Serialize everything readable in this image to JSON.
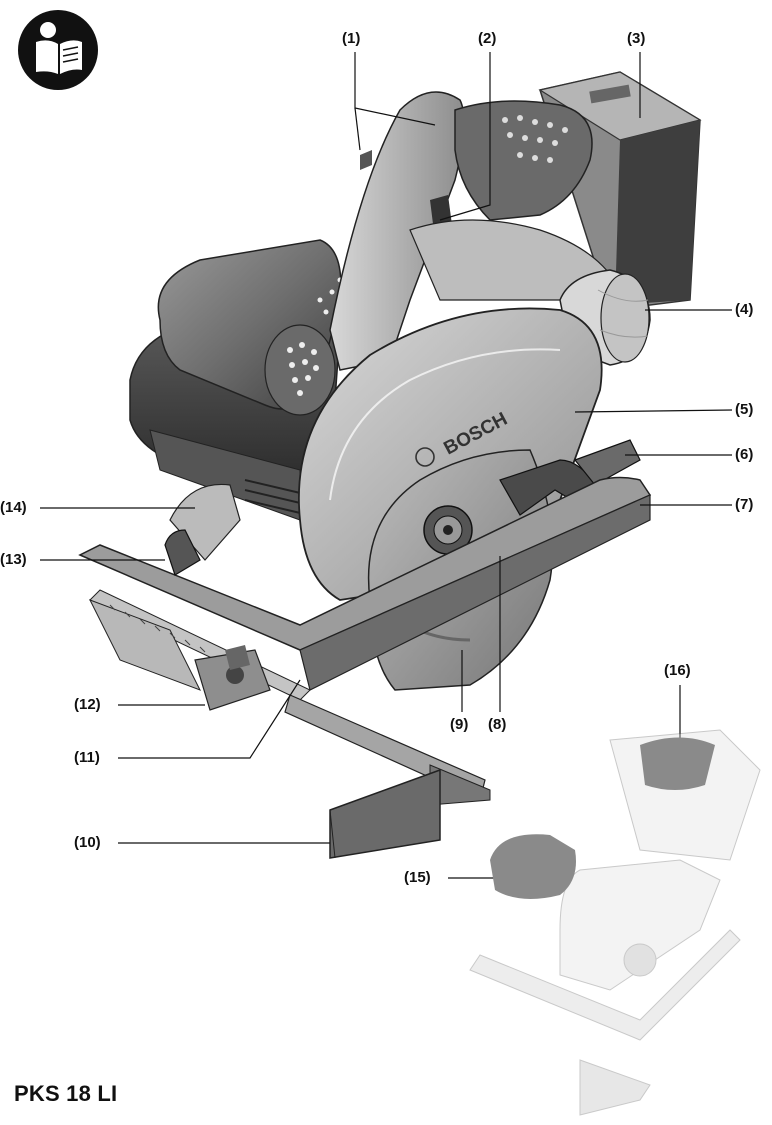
{
  "icons": {
    "manual": "read-manual-icon"
  },
  "callouts": {
    "c1": "(1)",
    "c2": "(2)",
    "c3": "(3)",
    "c4": "(4)",
    "c5": "(5)",
    "c6": "(6)",
    "c7": "(7)",
    "c8": "(8)",
    "c9": "(9)",
    "c10": "(10)",
    "c11": "(11)",
    "c12": "(12)",
    "c13": "(13)",
    "c14": "(14)",
    "c15": "(15)",
    "c16": "(16)"
  },
  "brand": {
    "name": "BOSCH"
  },
  "model": {
    "title": "PKS 18 LI"
  },
  "colors": {
    "ink": "#111111",
    "body_dark": "#4a4a4a",
    "body_mid": "#8c8c8c",
    "body_light": "#c9c9c9",
    "highlight": "#8a8a8a"
  }
}
